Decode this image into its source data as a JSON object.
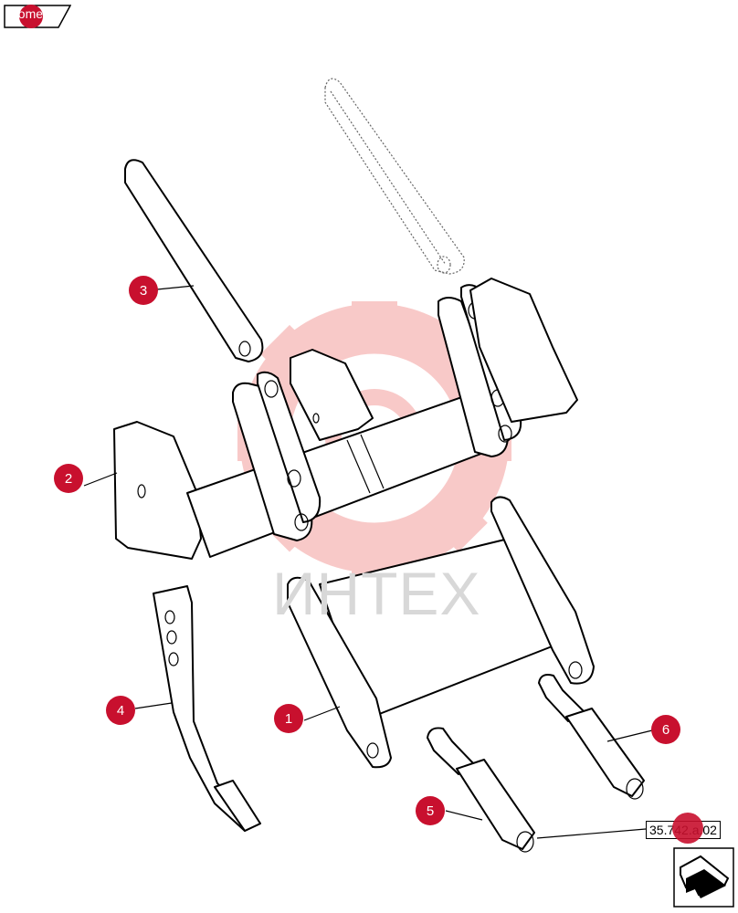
{
  "nav": {
    "home_label": "home",
    "next_icon": "arrow-right-icon"
  },
  "watermark": {
    "text": "ИНТЕХ",
    "icon": "gear-logo-icon",
    "color": "#e8413c"
  },
  "reference": {
    "code": "35.742.a.02"
  },
  "callouts": [
    {
      "label": "1"
    },
    {
      "label": "2"
    },
    {
      "label": "3"
    },
    {
      "label": "4"
    },
    {
      "label": "5"
    },
    {
      "label": "6"
    }
  ],
  "colors": {
    "callout": "#c8102e",
    "line": "#000000"
  }
}
